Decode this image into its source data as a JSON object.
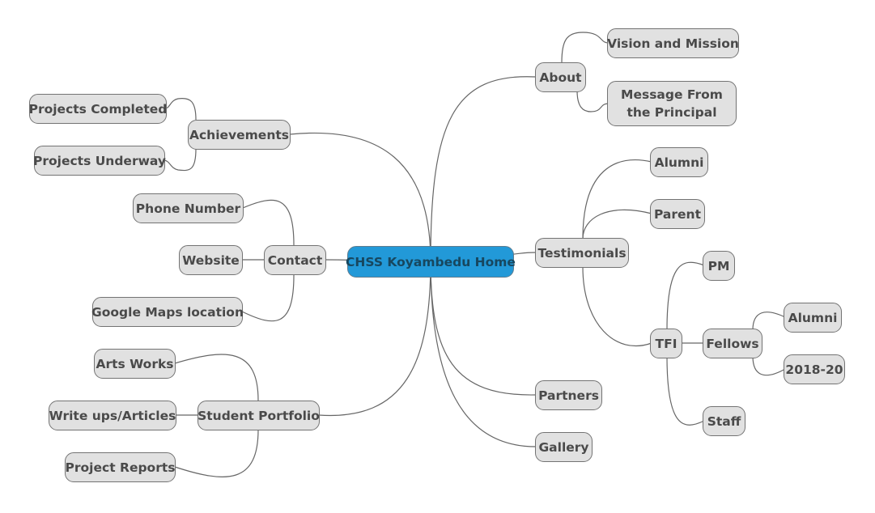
{
  "mindmap": {
    "root": {
      "label": "CHSS Koyambedu Home"
    },
    "nodes": {
      "about": "About",
      "vision": "Vision and Mission",
      "principal": "Message From the Principal",
      "testimonials": "Testimonials",
      "alumni_testimonial": "Alumni",
      "parent": "Parent",
      "tfi": "TFI",
      "pm": "PM",
      "fellows": "Fellows",
      "fellows_alumni": "Alumni",
      "fellows_2018": "2018-20",
      "staff": "Staff",
      "partners": "Partners",
      "gallery": "Gallery",
      "achievements": "Achievements",
      "projects_completed": "Projects Completed",
      "projects_underway": "Projects Underway",
      "contact": "Contact",
      "phone": "Phone Number",
      "website": "Website",
      "maps": "Google Maps location",
      "portfolio": "Student Portfolio",
      "arts": "Arts Works",
      "writeups": "Write ups/Articles",
      "reports": "Project Reports"
    }
  },
  "colors": {
    "root_fill": "#2299d8",
    "node_fill": "#e1e1e1",
    "node_text": "#4a4a4a",
    "edge": "#666666"
  }
}
